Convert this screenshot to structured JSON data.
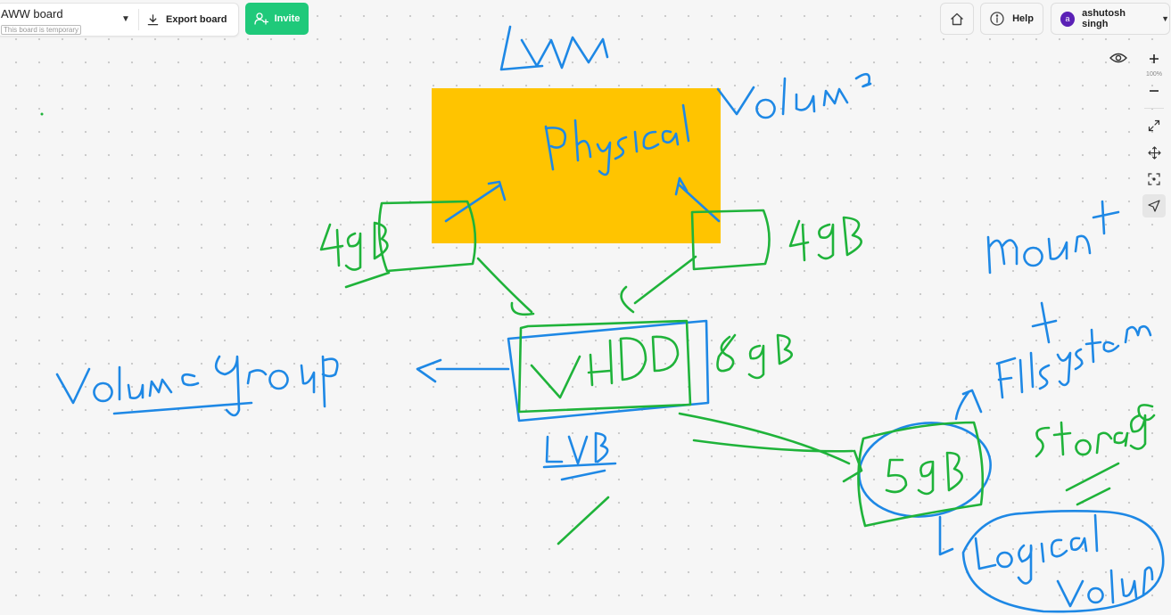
{
  "board": {
    "title": "AWW board",
    "subtitle": "This board is temporary",
    "export_label": "Export board",
    "invite_label": "Invite"
  },
  "topright": {
    "help_label": "Help",
    "user_initial": "a",
    "user_name": "ashutosh singh"
  },
  "zoom": {
    "level": "100%"
  },
  "drawing": {
    "handwritten_labels": [
      "Lvm",
      "Physical",
      "volume",
      "4GB",
      "4GB",
      "8GB",
      "VHDD",
      "LVB",
      "Volume group",
      "mount",
      "+",
      "file system",
      "storage",
      "5GB",
      "Logical volume"
    ]
  },
  "colors": {
    "invite_green": "#1fc97a",
    "sticky_yellow": "#ffc400",
    "ink_blue": "#1e88e5",
    "ink_green": "#1fb33a",
    "avatar_purple": "#5b21b6"
  },
  "icons": {
    "export": "download-icon",
    "invite": "add-user-icon",
    "home": "home-icon",
    "help": "info-icon",
    "eye": "eye-icon",
    "zoom_in": "plus-icon",
    "zoom_out": "minus-icon",
    "fit": "expand-icon",
    "pan": "move-icon",
    "center": "focus-icon",
    "pointer": "pointer-icon"
  }
}
